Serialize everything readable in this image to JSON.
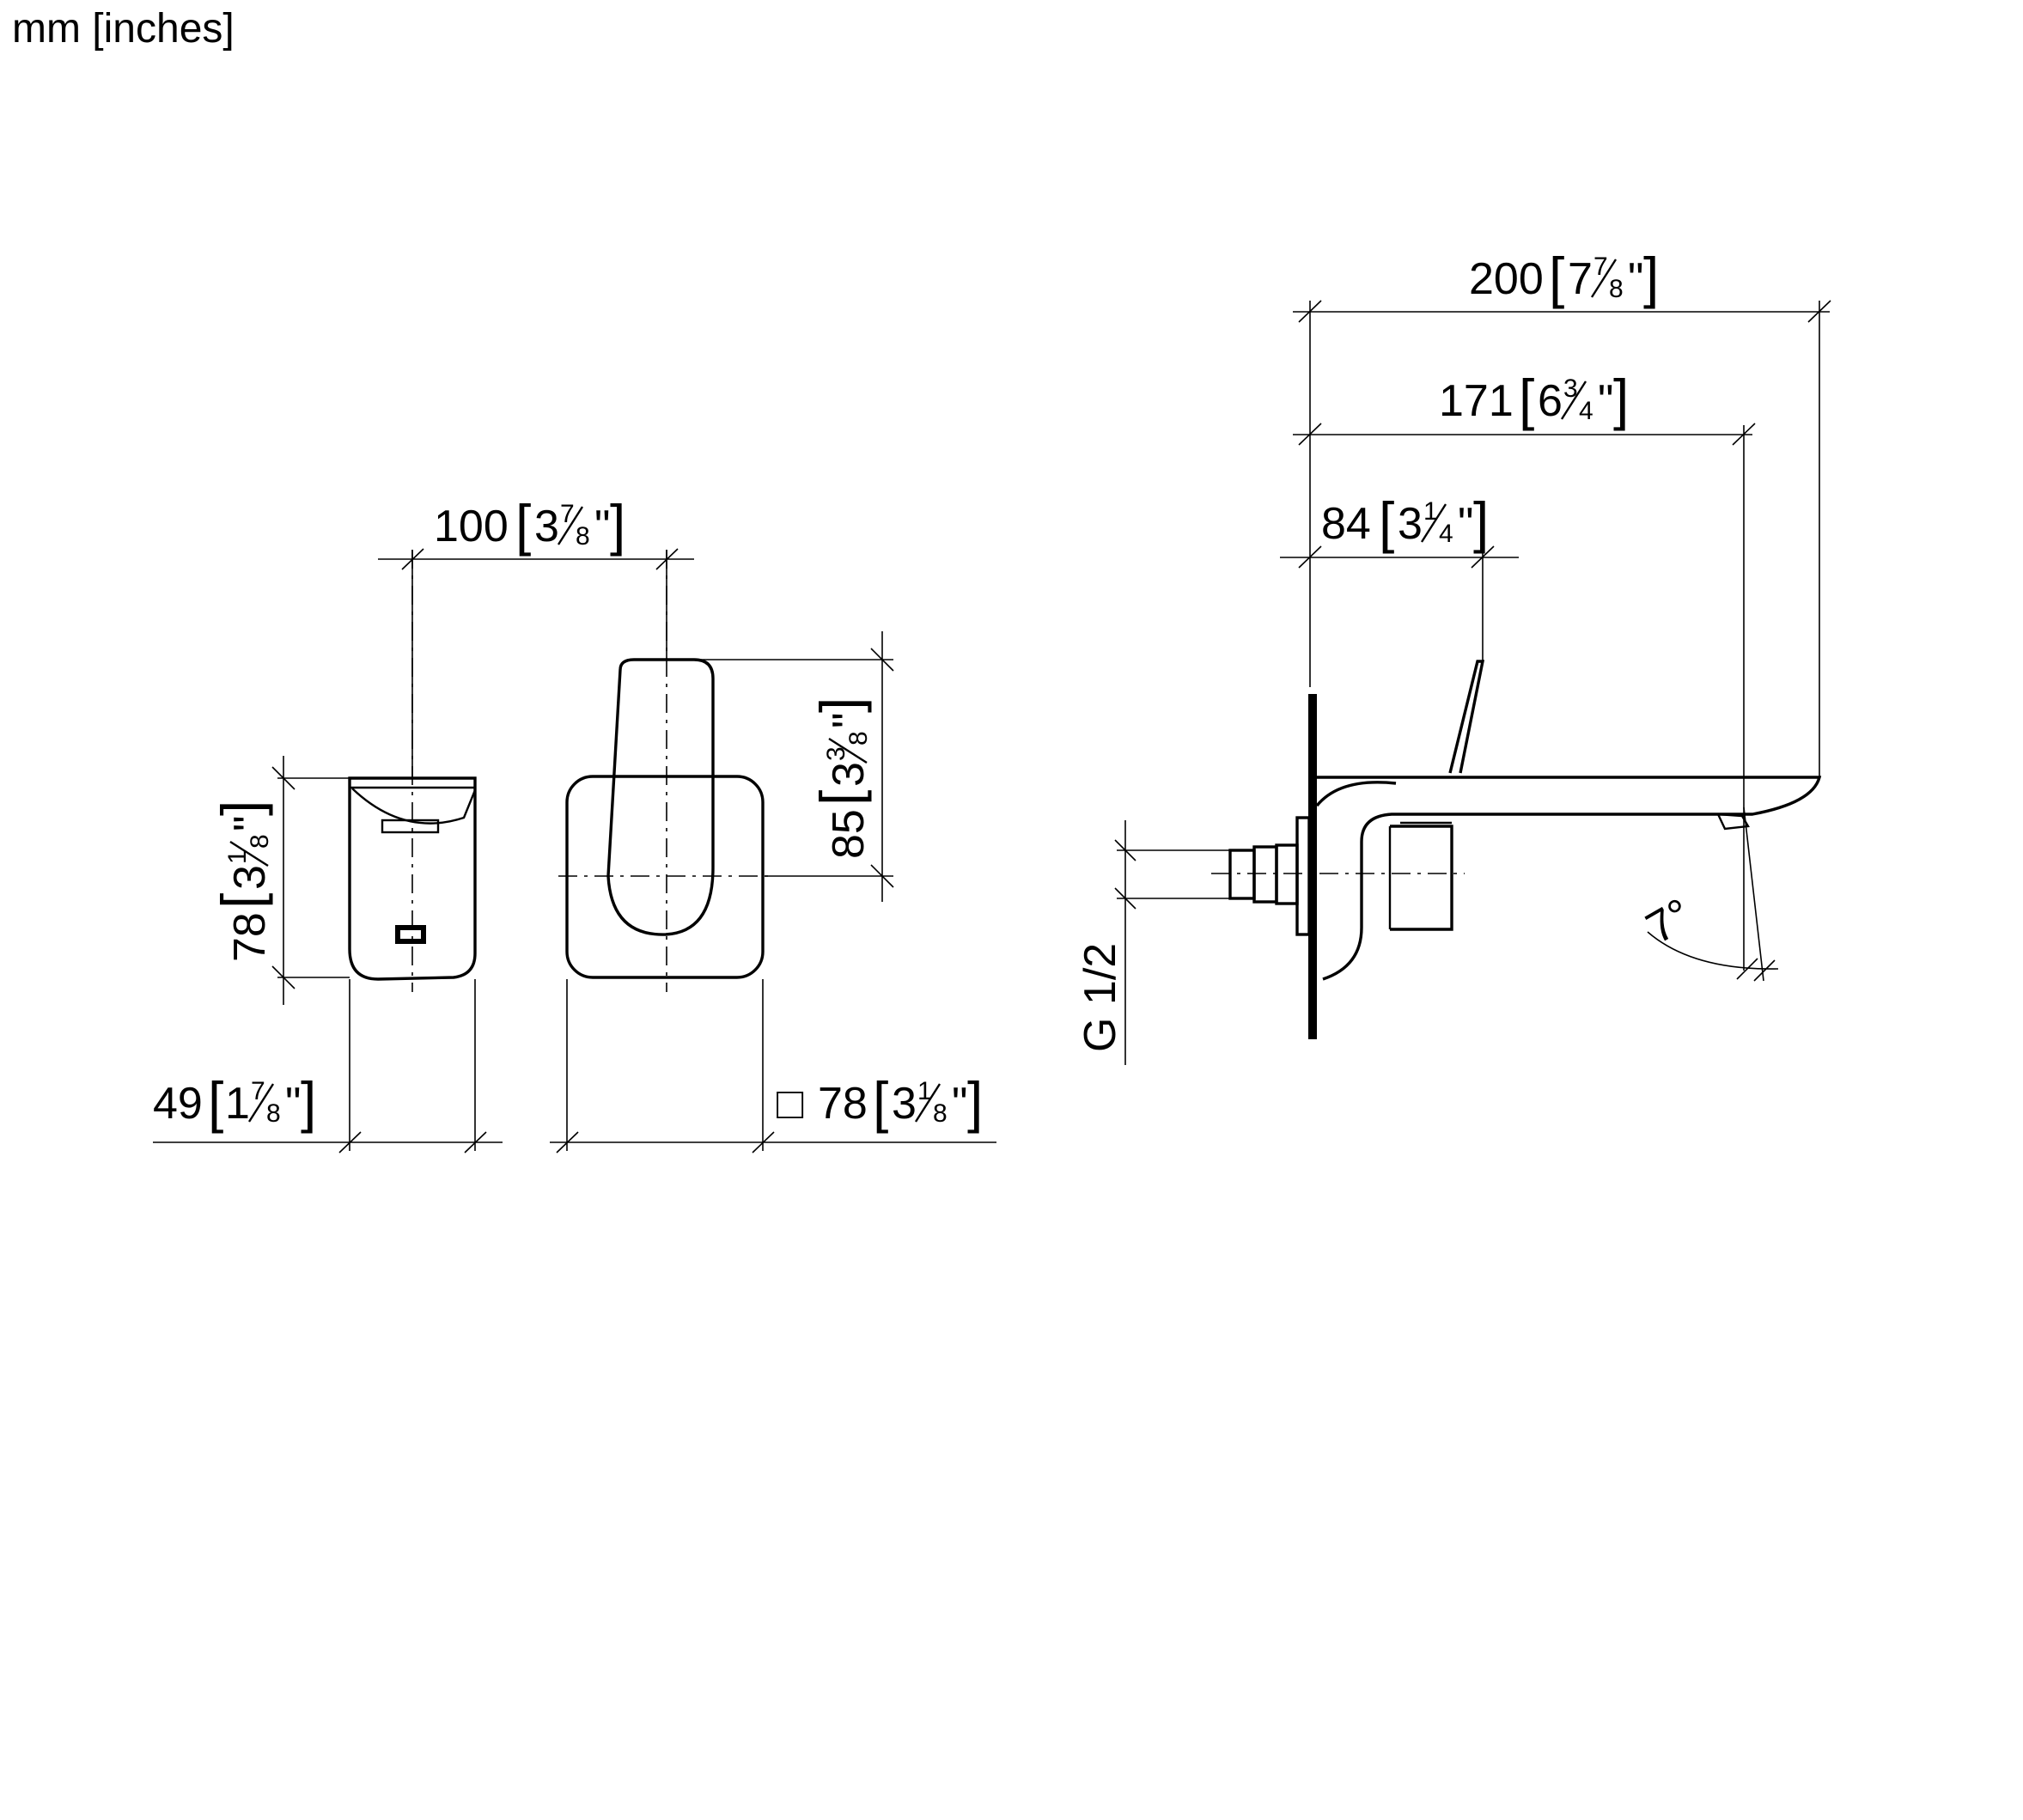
{
  "header": {
    "units_label": "mm [inches]"
  },
  "dimensions": {
    "width_100": {
      "mm": "100",
      "inch_whole": "3",
      "inch_num": "7",
      "inch_den": "8",
      "inch_mark": "\""
    },
    "height_78": {
      "mm": "78",
      "inch_whole": "3",
      "inch_num": "1",
      "inch_den": "8",
      "inch_mark": "\""
    },
    "depth_49": {
      "mm": "49",
      "inch_whole": "1",
      "inch_num": "7",
      "inch_den": "8",
      "inch_mark": "\""
    },
    "square_78": {
      "symbol": "□",
      "mm": "78",
      "inch_whole": "3",
      "inch_num": "1",
      "inch_den": "8",
      "inch_mark": "\""
    },
    "height_85": {
      "mm": "85",
      "inch_whole": "3",
      "inch_num": "3",
      "inch_den": "8",
      "inch_mark": "\""
    },
    "length_200": {
      "mm": "200",
      "inch_whole": "7",
      "inch_num": "7",
      "inch_den": "8",
      "inch_mark": "\""
    },
    "length_171": {
      "mm": "171",
      "inch_whole": "6",
      "inch_num": "3",
      "inch_den": "4",
      "inch_mark": "\""
    },
    "length_84": {
      "mm": "84",
      "inch_whole": "3",
      "inch_num": "1",
      "inch_den": "4",
      "inch_mark": "\""
    },
    "thread": {
      "label": "G 1/2"
    },
    "angle": {
      "label": "7°"
    }
  }
}
